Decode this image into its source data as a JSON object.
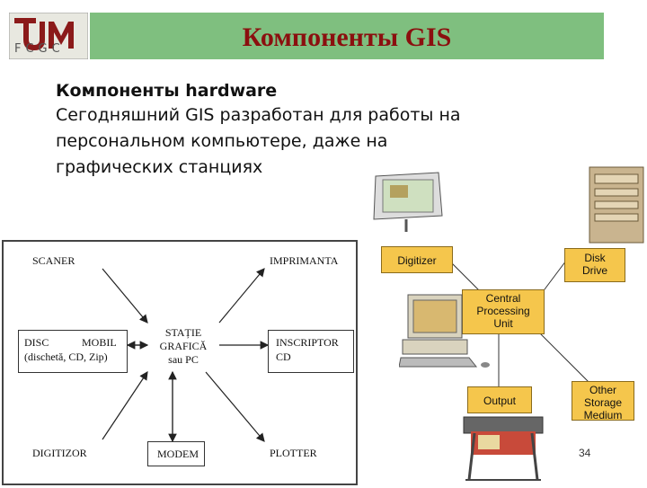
{
  "header": {
    "title": "Компоненты GIS",
    "logo_mark": "UTM",
    "logo_text": "FCGC"
  },
  "content": {
    "subtitle": "Компоненты hardware",
    "paragraph_lines": [
      "Сегодняшний GIS  разработан для работы на",
      "персональном компьютере, даже на",
      "графических станциях"
    ]
  },
  "diagram_left": {
    "scaner": "SCANER",
    "imprimanta": "IMPRIMANTA",
    "disc": "DISC",
    "mobil": "MOBIL",
    "disc_sub": "(dischetă, CD, Zip)",
    "statie_1": "STAȚIE",
    "statie_2": "GRAFICĂ",
    "statie_3": "sau PC",
    "inscriptor": "INSCRIPTOR",
    "cd": "CD",
    "digitizor": "DIGITIZOR",
    "modem": "MODEM",
    "plotter": "PLOTTER"
  },
  "diagram_right": {
    "digitizer": "Digitizer",
    "disk_1": "Disk",
    "disk_2": "Drive",
    "cpu_1": "Central",
    "cpu_2": "Processing",
    "cpu_3": "Unit",
    "output": "Output",
    "storage_1": "Other",
    "storage_2": "Storage",
    "storage_3": "Medium"
  },
  "footer": {
    "page_number": "34"
  },
  "colors": {
    "title_bar": "#7fbf7f",
    "title_text": "#8b0f0f",
    "schema_box": "#f5c64c"
  }
}
